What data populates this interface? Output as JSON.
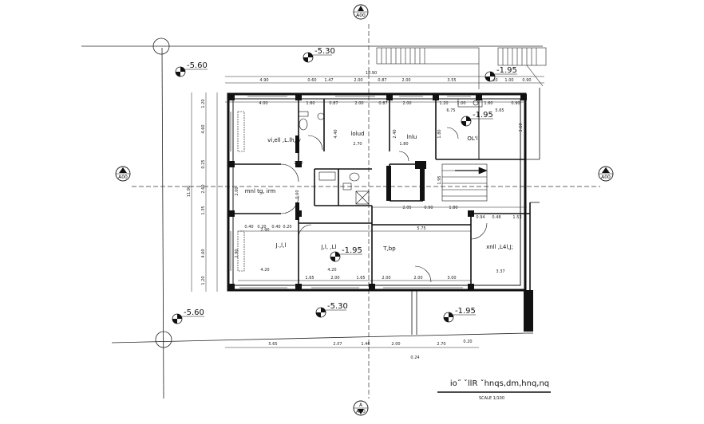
{
  "title": "io˝ ˇllR ˇhnqs,dm,hnq,nq",
  "scale": "SCALE 1/100",
  "section_marks": {
    "letter": "A",
    "sheet": "A00"
  },
  "levels": {
    "top_street": "-5.30",
    "top_left": "-5.60",
    "top_right": "-1.95",
    "inner_right": "-1.95",
    "center": "-1.95",
    "bottom_street": "-5.30",
    "bottom_left": "-5.60",
    "bottom_right": "-1.95"
  },
  "rooms": {
    "r1": "vi,ell ,L.lh,iy",
    "r2": "lolud",
    "r3": "lnlu",
    "r4": "OL'l",
    "r5": "mnl tg, irm",
    "r6": "J.,l,l",
    "r7": "J,l, ,Ll",
    "r8": "T,bp",
    "r9": "xnll ,L4l,J;"
  },
  "dims_top_outer": [
    "4.90",
    "0.60",
    "1.47",
    "2.00",
    "0.87",
    "2.00",
    "3.55",
    "1.20",
    "1.00",
    "0.90"
  ],
  "dims_top_total": "18.90",
  "dims_top_inner": [
    "4.00",
    "1.60",
    "0.87",
    "2.00",
    "0.87",
    "2.00",
    "1.20",
    "1.00",
    "1.60",
    "0.90"
  ],
  "dims_top_inner_right": [
    "6.75",
    "5.65"
  ],
  "dims_left": [
    "1.20",
    "4.60",
    "0.25",
    "2.60",
    "1.35",
    "4.60",
    "1.20"
  ],
  "dims_left_total": "11.90",
  "dims_bottom": [
    "5.65",
    "2.07",
    "1.46",
    "2.00",
    "2.70",
    "0.20"
  ],
  "dims_bottom_inner": [
    "4.20",
    "1.65",
    "2.00",
    "1.65",
    "2.00",
    "2.00",
    "3.00",
    "3.37"
  ],
  "dims_misc": [
    "2.70",
    "1.80",
    "2.05",
    "0.90",
    "1.80",
    "0.94",
    "0.48",
    "1.53",
    "5.75",
    "2.40",
    "0.40",
    "0.20",
    "0.40",
    "0.20",
    "4.20",
    "2.90",
    "2.00",
    "2.90",
    "0.24",
    "4.40",
    "2.40",
    "3.60",
    "1.80",
    "0.60",
    "1.95"
  ]
}
